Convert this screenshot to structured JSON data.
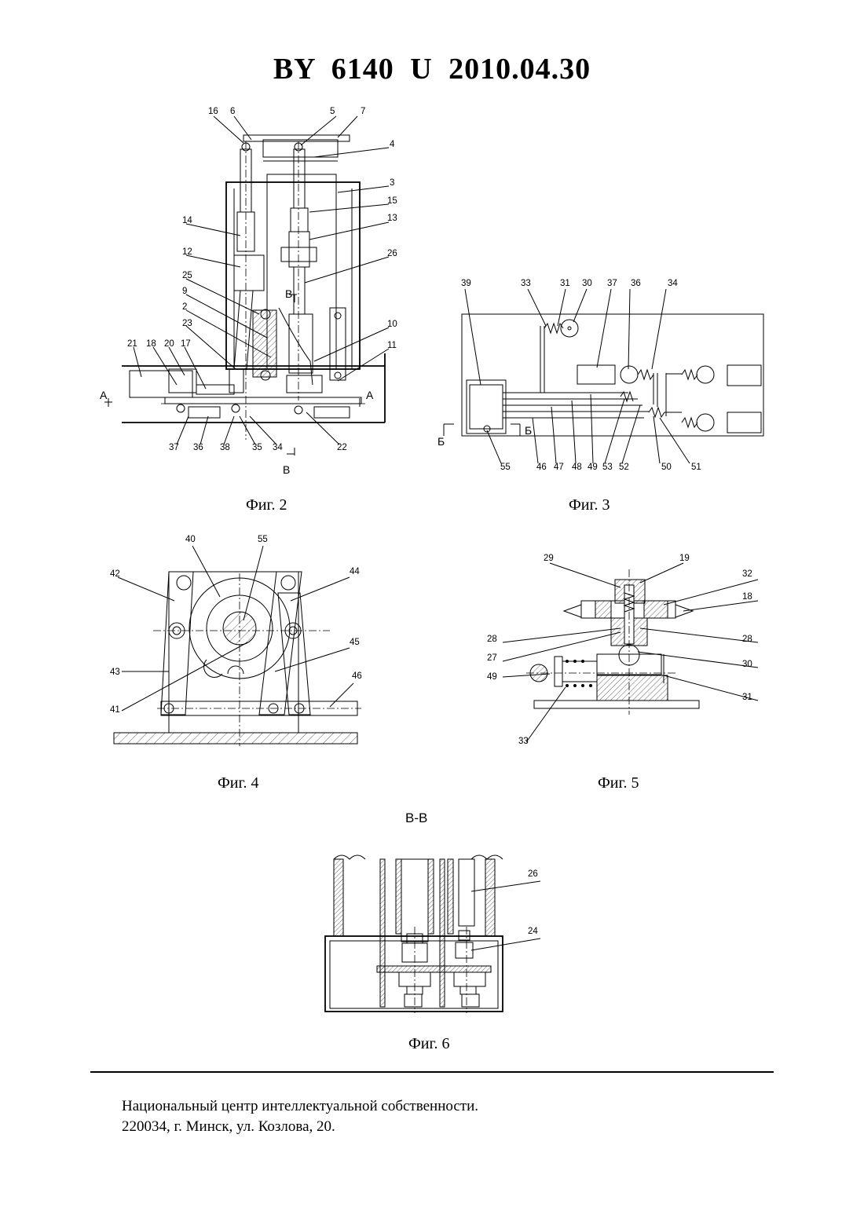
{
  "header": {
    "title": "BY 6140 U 2010.04.30"
  },
  "figures": {
    "fig2": {
      "caption": "Фиг. 2",
      "labels": [
        "16",
        "6",
        "5",
        "7",
        "4",
        "3",
        "15",
        "13",
        "14",
        "12",
        "26",
        "25",
        "9",
        "2",
        "23",
        "21",
        "18",
        "20",
        "17",
        "10",
        "11",
        "22",
        "34",
        "35",
        "38",
        "36",
        "37"
      ],
      "section_letters": {
        "a_left": "A",
        "a_right": "A",
        "b_top": "B",
        "b_bottom": "B"
      }
    },
    "fig3": {
      "caption": "Фиг. 3",
      "labels": [
        "39",
        "33",
        "31",
        "30",
        "37",
        "36",
        "34",
        "55",
        "46",
        "47",
        "48",
        "49",
        "53",
        "52",
        "50",
        "51"
      ],
      "section_letters": {
        "b_left": "Б",
        "b_right": "Б"
      }
    },
    "fig4": {
      "caption": "Фиг. 4",
      "labels": [
        "40",
        "55",
        "42",
        "44",
        "43",
        "45",
        "41",
        "46"
      ]
    },
    "fig5": {
      "caption": "Фиг. 5",
      "labels": [
        "29",
        "19",
        "32",
        "18",
        "28",
        "28",
        "27",
        "30",
        "49",
        "31",
        "33"
      ]
    },
    "fig6": {
      "section_title": "В-В",
      "caption": "Фиг. 6",
      "labels": [
        "26",
        "24"
      ]
    }
  },
  "footer": {
    "line1": "Национальный центр интеллектуальной собственности.",
    "line2": "220034, г. Минск, ул. Козлова, 20."
  }
}
